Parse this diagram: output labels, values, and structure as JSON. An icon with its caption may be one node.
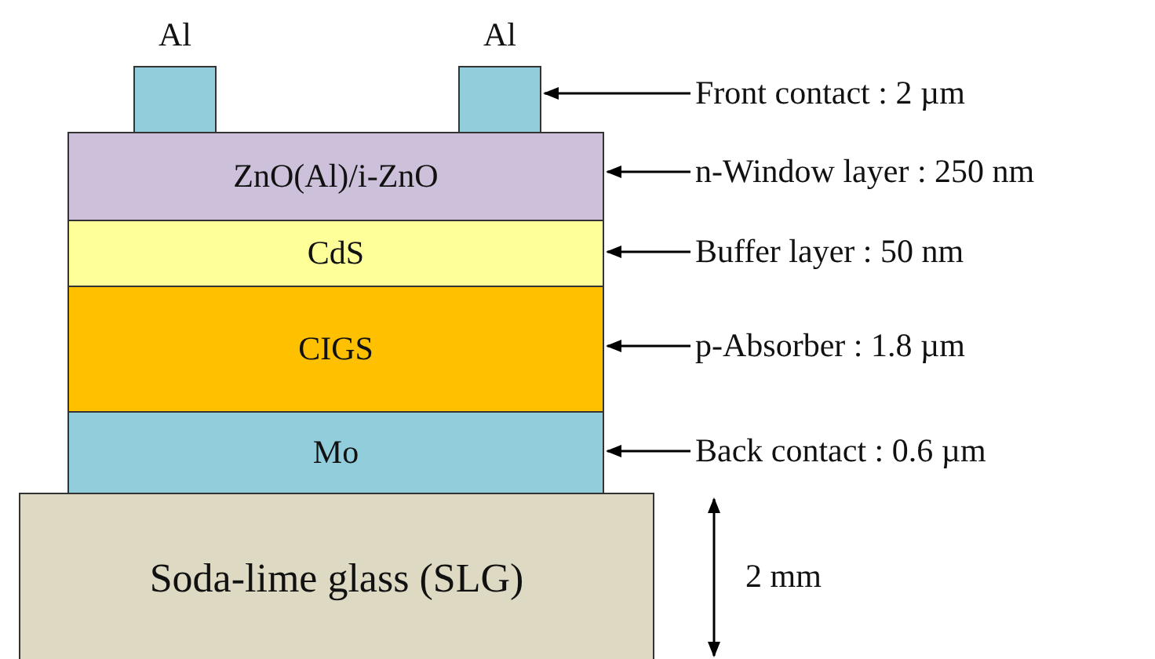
{
  "diagram": {
    "nodes": [
      {
        "text": [
          "Al"
        ]
      },
      {
        "text": [
          "Al"
        ]
      },
      {
        "text": [
          "ZnO(Al)/i-ZnO"
        ]
      },
      {
        "text": [
          "CdS"
        ]
      },
      {
        "text": [
          "CIGS"
        ]
      },
      {
        "text": [
          "Mo"
        ]
      },
      {
        "text": [
          "Soda-lime glass (SLG)"
        ]
      },
      {
        "text": [
          "Front contact : 2 µm"
        ]
      },
      {
        "text": [
          "n-Window layer : 250 nm"
        ]
      },
      {
        "text": [
          "Buffer layer : 50 nm"
        ]
      },
      {
        "text": [
          "p-Absorber : 1.8 µm"
        ]
      },
      {
        "text": [
          "Back contact : 0.6 µm"
        ]
      }
    ],
    "edges": [
      {
        "from": 7,
        "to": 1,
        "arrow": "to"
      },
      {
        "from": 8,
        "to": 2,
        "arrow": "to"
      },
      {
        "from": 9,
        "to": 3,
        "arrow": "to"
      },
      {
        "from": 10,
        "to": 4,
        "arrow": "to"
      },
      {
        "from": 11,
        "to": 5,
        "arrow": "to"
      }
    ],
    "labels": [
      "2 mm"
    ]
  }
}
